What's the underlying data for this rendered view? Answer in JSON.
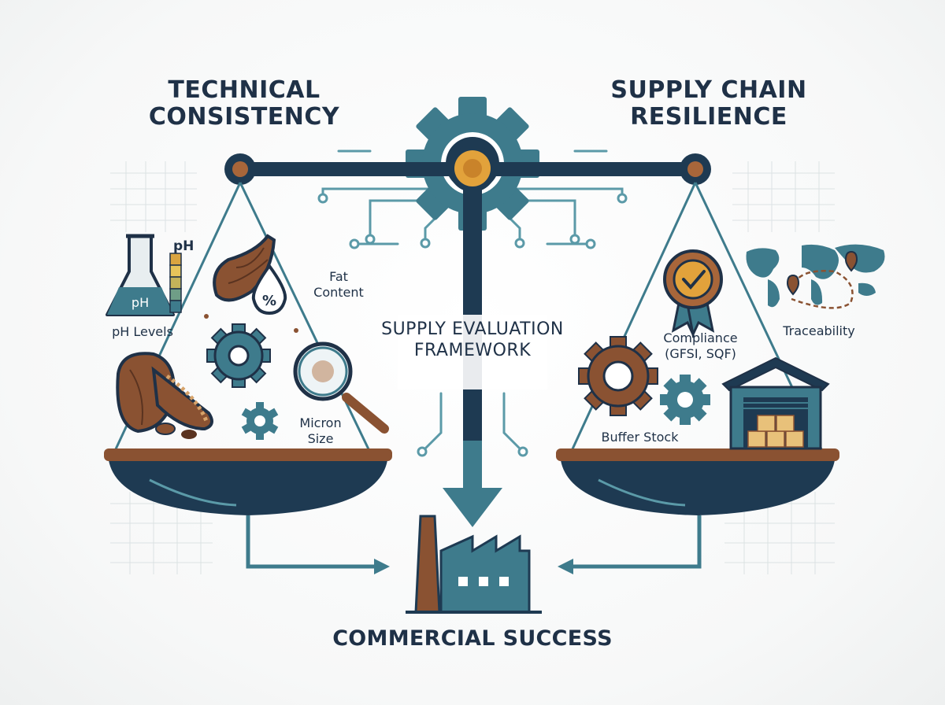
{
  "titles": {
    "technical": "TECHNICAL CONSISTENCY",
    "supply": "SUPPLY CHAIN RESILIENCE",
    "framework": "SUPPLY EVALUATION FRAMEWORK",
    "outcome": "COMMERCIAL SUCCESS"
  },
  "technical_items": {
    "ph_levels": "pH Levels",
    "ph_flask_text": "pH",
    "ph_scale_text": "pH",
    "fat_content": "Fat Content",
    "fat_symbol": "%",
    "micron_size": "Micron Size"
  },
  "supply_items": {
    "compliance": "Compliance (GFSI, SQF)",
    "traceability": "Traceability",
    "buffer_stock": "Buffer Stock"
  },
  "colors": {
    "navy": "#1e3a52",
    "teal": "#3e7b8c",
    "teal_light": "#5b9aa8",
    "brown": "#8a5232",
    "brown_dark": "#5a3320",
    "gold": "#e2a23b",
    "outline": "#1f3147"
  },
  "icons": [
    "gear-icon",
    "flask-icon",
    "cocoa-pod-icon",
    "magnifier-icon",
    "award-badge-icon",
    "world-map-icon",
    "warehouse-icon",
    "factory-icon",
    "arrow-icon"
  ]
}
